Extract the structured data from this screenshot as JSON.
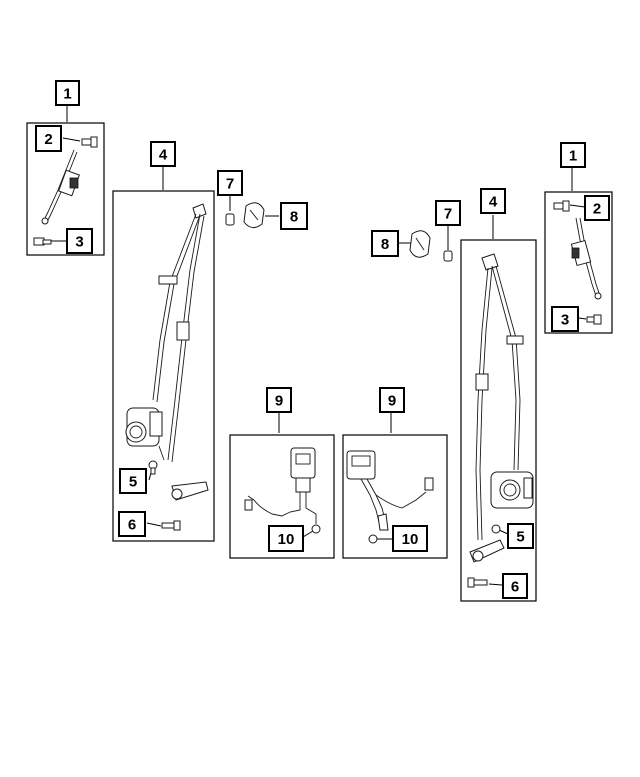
{
  "callouts": {
    "left_1": "1",
    "left_2": "2",
    "left_3": "3",
    "left_4": "4",
    "left_5": "5",
    "left_6": "6",
    "left_7": "7",
    "left_8": "8",
    "left_9": "9",
    "left_10": "10",
    "right_1": "1",
    "right_2": "2",
    "right_3": "3",
    "right_4": "4",
    "right_5": "5",
    "right_6": "6",
    "right_7": "7",
    "right_8": "8",
    "right_9": "9",
    "right_10": "10"
  }
}
